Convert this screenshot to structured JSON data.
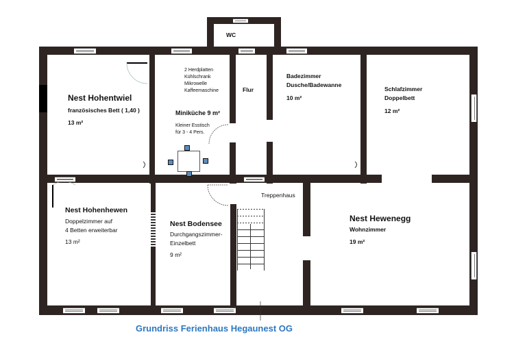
{
  "caption": "Grundriss Ferienhaus Hegaunest OG",
  "colors": {
    "wall": "#2e2522",
    "caption": "#2c78c0",
    "chair": "#5d8cbb",
    "background": "#ffffff"
  },
  "rooms": {
    "hohentwiel": {
      "name": "Nest Hohentwiel",
      "description": "französisches Bett ( 1,40 )",
      "area": "13 m²"
    },
    "kitchen": {
      "equipment": [
        "2 Herdplatten",
        "Kühlschrank",
        "Mikrowelle",
        "Kaffeemaschine"
      ],
      "name": "Miniküche 9 m²",
      "table_note": [
        "Kleiner Esstisch",
        "für 3 - 4 Pers."
      ]
    },
    "wc": {
      "name": "WC"
    },
    "flur": {
      "name": "Flur"
    },
    "bad": {
      "name": "Badezimmer",
      "description": "Dusche/Badewanne",
      "area": "10 m²"
    },
    "schlafzimmer": {
      "name": "Schlafzimmer",
      "description": "Doppelbett",
      "area": "12 m²"
    },
    "hohenhewen": {
      "name": "Nest Hohenhewen",
      "description": [
        "Doppelzimmer auf",
        "4 Betten erweiterbar"
      ],
      "area": "13 m²"
    },
    "bodensee": {
      "name": "Nest Bodensee",
      "description": [
        "Durchgangszimmer-",
        "Einzelbett"
      ],
      "area": "9 m²"
    },
    "treppenhaus": {
      "name": "Treppenhaus"
    },
    "hewenegg": {
      "name": "Nest Hewenegg",
      "description": "Wohnzimmer",
      "area": "19 m²"
    }
  }
}
